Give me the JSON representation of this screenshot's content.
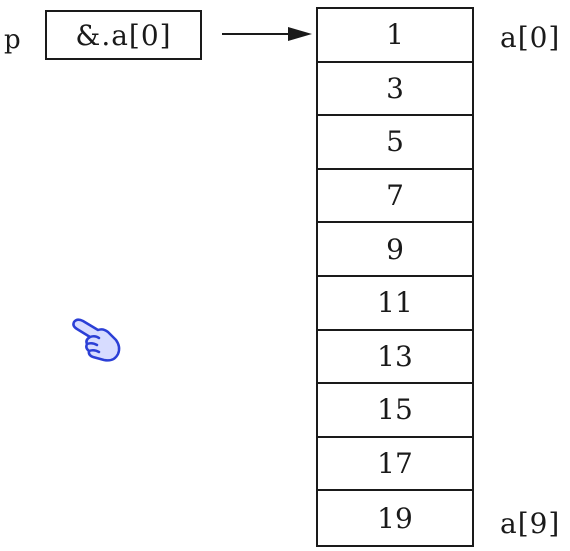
{
  "pointer": {
    "name": "p",
    "value": "&.a[0]"
  },
  "array": {
    "values": [
      "1",
      "3",
      "5",
      "7",
      "9",
      "11",
      "13",
      "15",
      "17",
      "19"
    ],
    "first_label": "a[0]",
    "last_label": "a[9]"
  },
  "icons": {
    "arrow": "right-arrow-icon",
    "cursor": "pointing-hand-cursor-icon"
  },
  "colors": {
    "cursor_fill": "#d7dcff",
    "cursor_outline": "#2b3fd6"
  }
}
